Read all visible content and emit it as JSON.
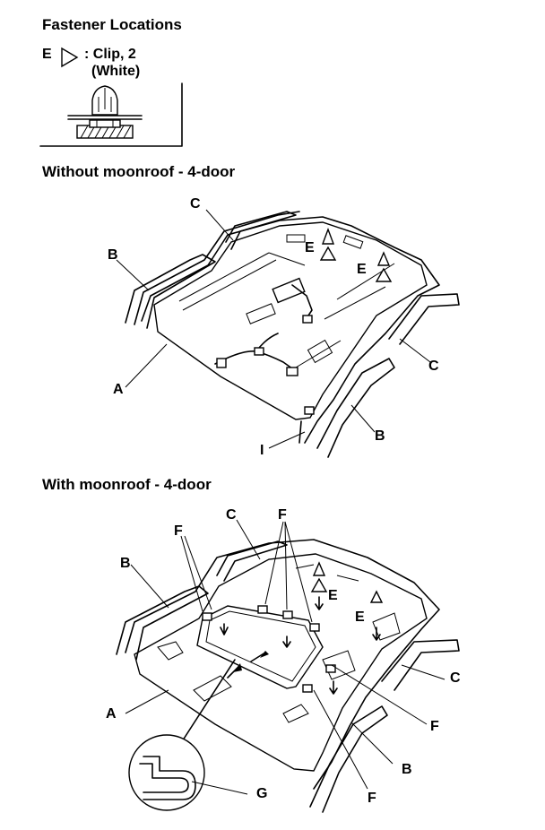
{
  "legend": {
    "title": "Fastener Locations",
    "key_letter": "E",
    "key_desc_line1": ": Clip, 2",
    "key_desc_line2": "(White)"
  },
  "diagram_top": {
    "title": "Without moonroof - 4-door",
    "labels": {
      "a": "A",
      "b_left": "B",
      "b_right": "B",
      "c_left": "C",
      "c_right": "C",
      "e1": "E",
      "e2": "E",
      "i": "I"
    }
  },
  "diagram_bottom": {
    "title": "With moonroof - 4-door",
    "labels": {
      "a": "A",
      "b_left": "B",
      "b_right": "B",
      "c_top": "C",
      "c_right": "C",
      "e1": "E",
      "e2": "E",
      "f_left": "F",
      "f_top": "F",
      "f_right": "F",
      "f_bottom": "F",
      "g": "G"
    }
  }
}
